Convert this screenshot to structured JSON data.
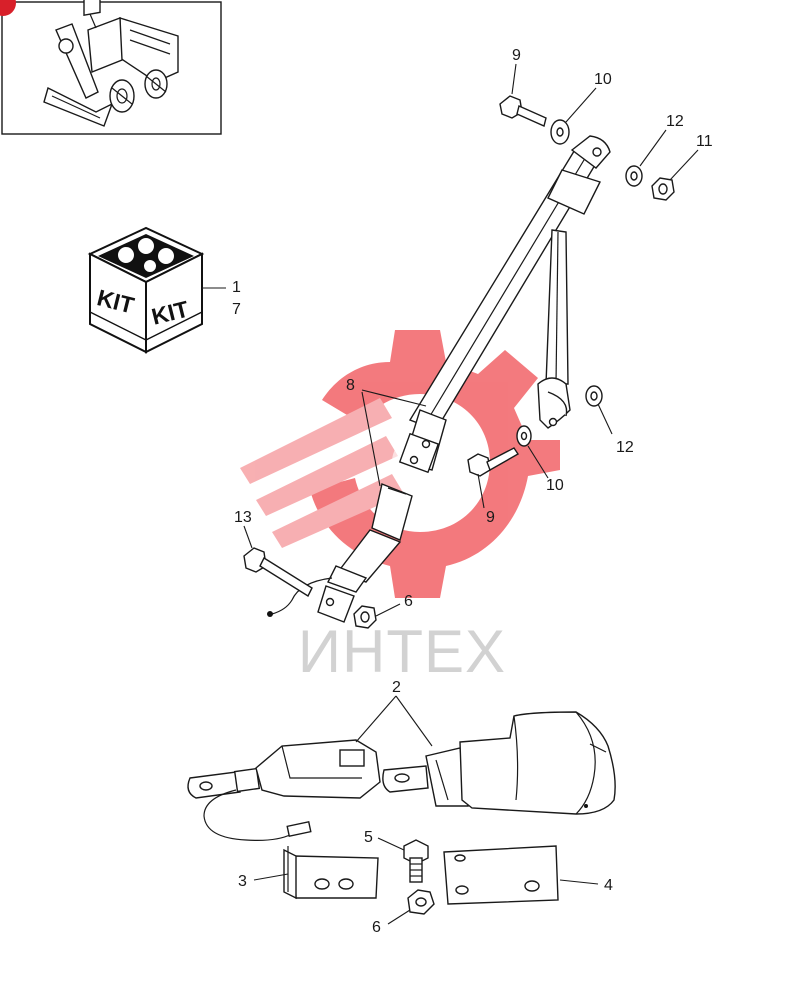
{
  "watermark": {
    "text": "ИНТЕХ",
    "gear_color": "#e8454b",
    "text_color": "#d2d2d2"
  },
  "kit": {
    "labels": [
      "KIT",
      "KIT"
    ]
  },
  "callouts": {
    "c1": "1",
    "c7": "7",
    "c2": "2",
    "c3": "3",
    "c4": "4",
    "c5": "5",
    "c6_upper": "6",
    "c6_lower": "6",
    "c8": "8",
    "c9_upper": "9",
    "c9_lower": "9",
    "c10_upper": "10",
    "c10_lower": "10",
    "c11": "11",
    "c12_upper": "12",
    "c12_lower": "12",
    "c13": "13"
  },
  "colors": {
    "line": "#1a1a1a",
    "corner_badge": "#d8202a"
  },
  "icons": [
    "loader-thumbnail-icon",
    "kit-box-icon"
  ]
}
